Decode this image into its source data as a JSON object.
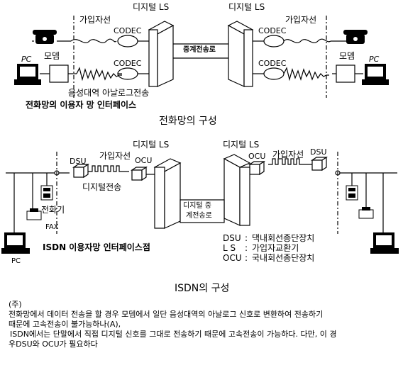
{
  "telephone_network": {
    "digital_ls_left": "디지털 LS",
    "digital_ls_right": "디지털 LS",
    "subscriber_line_left": "가입자선",
    "subscriber_line_right": "가입자선",
    "codec_top_left": "CODEC",
    "codec_bottom_left": "CODEC",
    "codec_top_right": "CODEC",
    "codec_bottom_right": "CODEC",
    "relay_line": "중계전송로",
    "pc_left": "PC",
    "pc_right": "PC",
    "modem_left": "모뎀",
    "modem_right": "모뎀",
    "voice_band": "음성대역 아날로그전송",
    "user_interface": "전화망의 이용자 망 인터페이스",
    "caption": "전화망의 구성"
  },
  "isdn_network": {
    "dsu_left": "DSU",
    "dsu_right": "DSU",
    "subscriber_line_left": "가입자선",
    "subscriber_line_right": "가입자선",
    "digital_ls_left": "디지털 LS",
    "digital_ls_right": "디지털 LS",
    "ocu_left": "OCU",
    "ocu_right": "OCU",
    "digital_transmission": "디지털전송",
    "relay_line_1": "디지털 중",
    "relay_line_2": "계전송로",
    "telephone": "전화기",
    "fax": "FAX",
    "pc": "PC",
    "user_interface": "ISDN 이용자망 인터페이스점",
    "legend": [
      {
        "abbr": "DSU",
        "sep": ":",
        "desc": "댁내회선종단장치"
      },
      {
        "abbr": "L S",
        "sep": ":",
        "desc": "가입자교환기"
      },
      {
        "abbr": "OCU",
        "sep": ":",
        "desc": "국내회선종단장치"
      }
    ],
    "caption": "ISDN의 구성"
  },
  "note": {
    "label": "(주)",
    "line1": "전화망에서 데이터 전송을 할 경우 모뎀에서 일단 음성대역의 아날로그 신호로 변환하여 전송하기",
    "line2": "때문에 고속전송이 불가능하나(A),",
    "line3": "ISDN에서는 단말에서 직접 디지털 신호를 그대로 전송하기 때문에 고속전송이 가능하다. 다만, 이 경",
    "line4": "우DSU와 OCU가 필요하다"
  }
}
